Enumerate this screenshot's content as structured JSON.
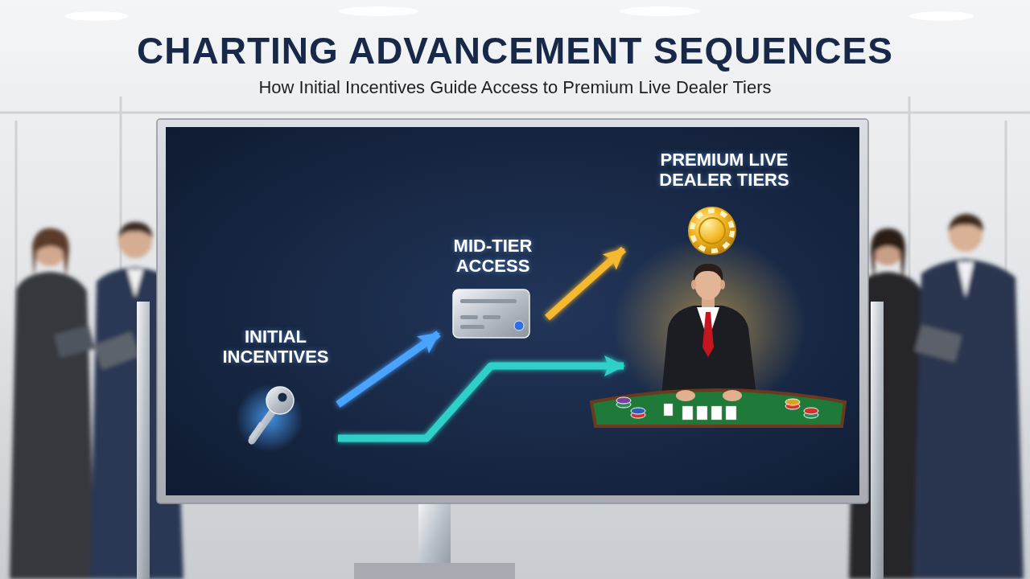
{
  "diagram": {
    "title": "CHARTING ADVANCEMENT SEQUENCES",
    "nodes": [
      {
        "text": [
          "INITIAL INCENTIVES"
        ]
      },
      {
        "text": [
          "MID-TIER ACCESS"
        ]
      },
      {
        "text": [
          "PREMIUM LIVE DEALER TIERS"
        ]
      }
    ],
    "edges": [
      {
        "from": 0,
        "to": 1,
        "arrow": "to"
      },
      {
        "from": 1,
        "to": 2,
        "arrow": "to"
      },
      {
        "from": 0,
        "to": 2,
        "arrow": "to"
      }
    ],
    "labels": [
      "How Initial Incentives Guide Access to Premium Live Dealer Tiers"
    ]
  }
}
